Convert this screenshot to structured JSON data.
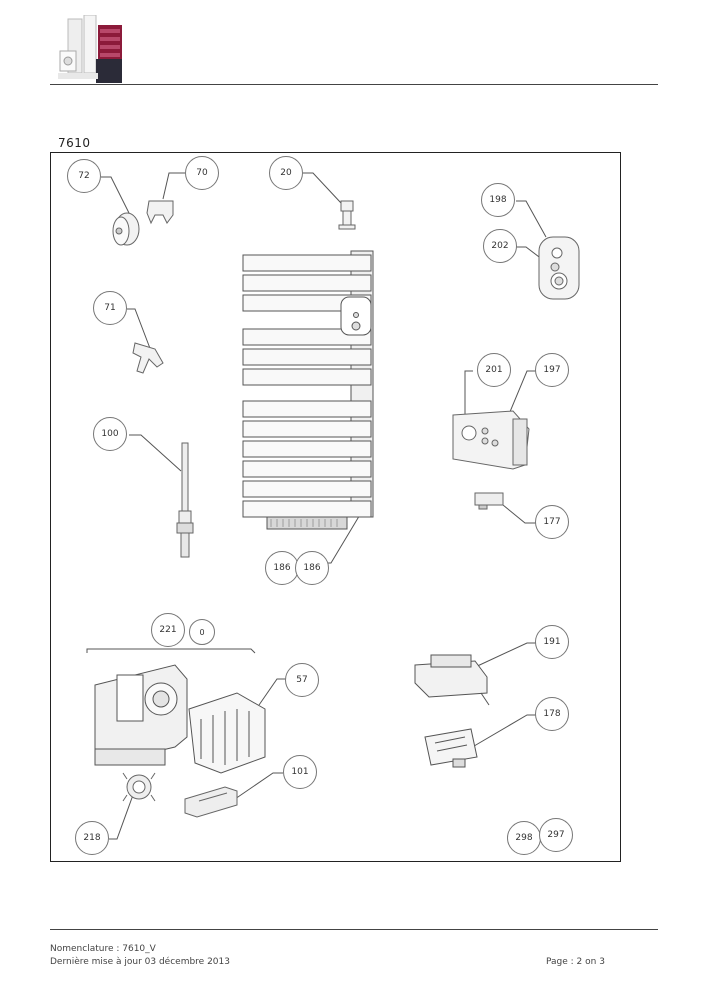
{
  "header": {
    "logo_icon": "brand-logo-icon"
  },
  "model_label": "7610",
  "callouts": [
    "72",
    "70",
    "20",
    "198",
    "202",
    "71",
    "201",
    "197",
    "100",
    "177",
    "186",
    "186",
    "221",
    "0",
    "191",
    "57",
    "178",
    "101",
    "218",
    "298",
    "297"
  ],
  "footer": {
    "nomenclature": "Nomenclature : 7610_V",
    "updated": "Dernière mise à jour 03 décembre 2013",
    "page": "Page : 2 on 3"
  }
}
